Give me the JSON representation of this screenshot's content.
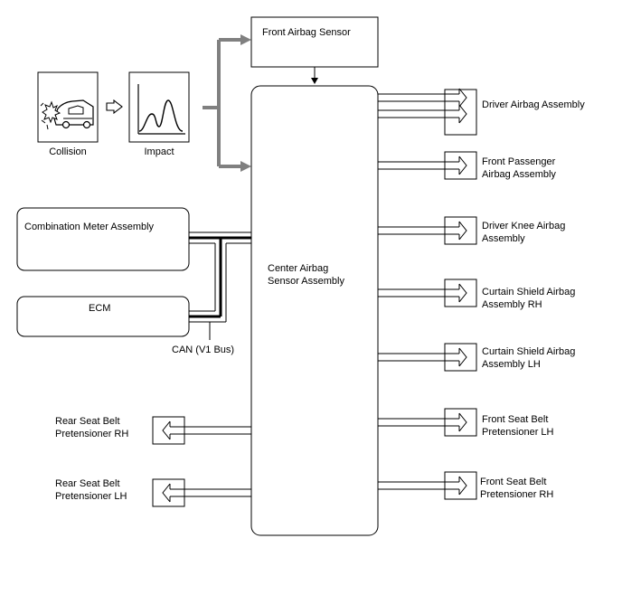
{
  "inputs": {
    "collision": "Collision",
    "impact": "Impact"
  },
  "front_airbag_sensor": "Front Airbag Sensor",
  "center": "Center Airbag\nSensor Assembly",
  "combination_meter": "Combination Meter Assembly",
  "ecm": "ECM",
  "can_bus": "CAN (V1 Bus)",
  "outputs_right": [
    "Driver Airbag Assembly",
    "Front Passenger\nAirbag Assembly",
    "Driver Knee Airbag\nAssembly",
    "Curtain Shield Airbag\nAssembly RH",
    "Curtain Shield Airbag\nAssembly LH",
    "Front Seat Belt\nPretensioner LH",
    "Front Seat Belt\nPretensioner RH"
  ],
  "outputs_left": [
    "Rear Seat Belt\nPretensioner RH",
    "Rear Seat Belt\nPretensioner LH"
  ],
  "colors": {
    "line": "#000000",
    "input_arrow": "#808080"
  }
}
